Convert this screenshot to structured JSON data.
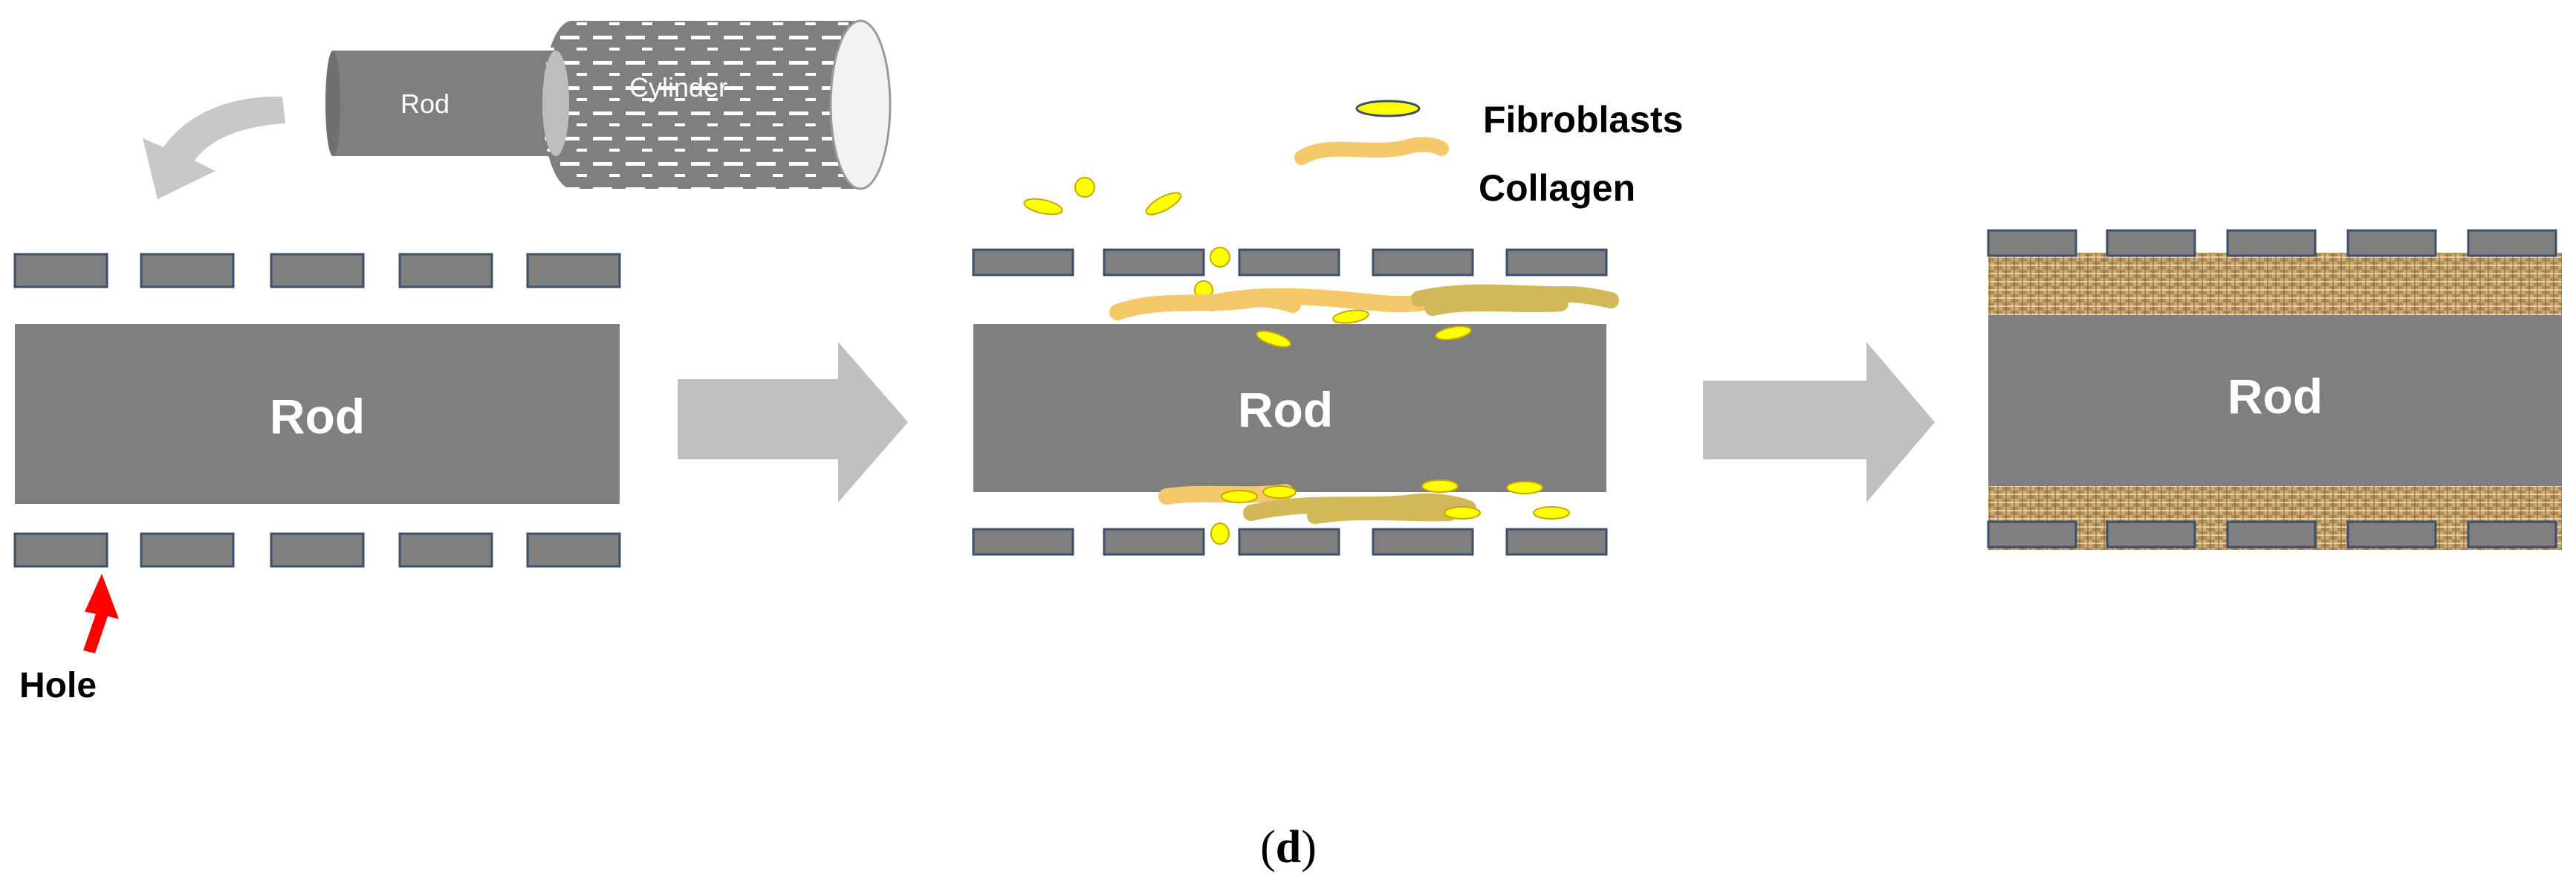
{
  "labels": {
    "rod_small": "Rod",
    "cylinder": "Cylinder",
    "rod_left": "Rod",
    "rod_middle": "Rod",
    "rod_right": "Rod",
    "hole": "Hole",
    "fibroblasts": "Fibroblasts",
    "collagen": "Collagen",
    "caption_open": "(",
    "caption_letter": "d",
    "caption_close": ")"
  },
  "colors": {
    "rod": "#7f7f7f",
    "slat_fill": "#7f7f7f",
    "slat_stroke": "#3d4f6b",
    "arrow": "#c0c0c0",
    "curved_arrow": "#c8c8c8",
    "hole_arrow": "#ff0000",
    "fibroblast": "#ffff00",
    "collagen": "#f5c96a",
    "collagen_dark": "#d2b858",
    "tissue": "#c9a874"
  },
  "icons": {
    "transfer_arrow": "curved-arrow-icon",
    "step_arrow": "right-arrow-icon",
    "hole_pointer": "red-arrow-icon"
  }
}
